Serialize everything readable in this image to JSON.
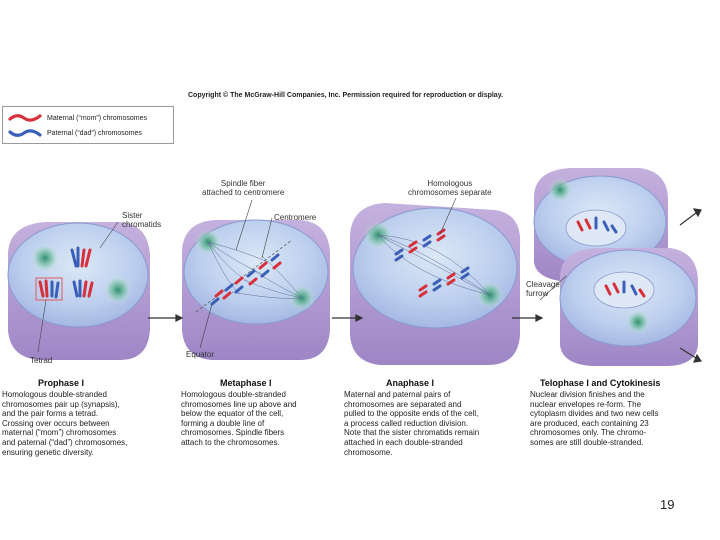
{
  "copyright": "Copyright © The McGraw-Hill Companies, Inc. Permission required for reproduction or display.",
  "legend": {
    "maternal": "Maternal (“mom”) chromosomes",
    "paternal": "Paternal (“dad”) chromosomes",
    "maternal_color": "#d8303a",
    "paternal_color": "#3a5fb8"
  },
  "labels": {
    "sister_chromatids": "Sister\nchromatids",
    "tetrad": "Tetrad",
    "spindle_fiber": "Spindle fiber\nattached to centromere",
    "centromere": "Centromere",
    "equator": "Equator",
    "homologous_separate": "Homologous\nchromosomes separate",
    "cleavage_furrow": "Cleavage\nfurrow"
  },
  "phases": [
    {
      "title": "Prophase I",
      "description": "Homologous double-stranded\nchromosomes pair up (synapsis),\nand the pair forms a tetrad.\nCrossing over occurs between\nmaternal (“mom”) chromosomes\nand paternal (“dad”) chromosomes,\nensuring genetic diversity."
    },
    {
      "title": "Metaphase I",
      "description": "Homologous double-stranded\nchromosomes line up above and\nbelow the equator of the cell,\nforming a double line of\nchromosomes. Spindle fibers\nattach to the chromosomes."
    },
    {
      "title": "Anaphase I",
      "description": "Maternal and paternal pairs of\nchromosomes are separated and\npulled to the opposite ends of the cell,\na process called reduction division.\nNote that the sister chromatids remain\nattached in each double-stranded\nchromosome."
    },
    {
      "title": "Telophase I and Cytokinesis",
      "description": "Nuclear division finishes and the\nnuclear envelopes re-form. The\ncytoplasm divides and two new cells\nare produced, each containing 23\nchromosomes only. The chromo-\nsomes are still double-stranded."
    }
  ],
  "page_number": "19"
}
